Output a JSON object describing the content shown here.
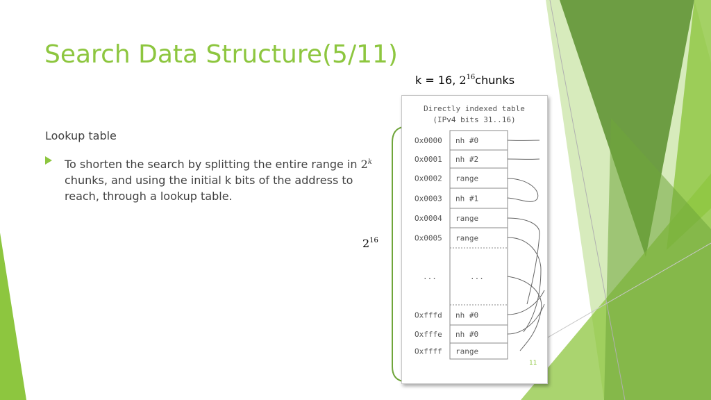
{
  "slide": {
    "title": "Search Data Structure(5/11)",
    "k_label_prefix": "k = 16, ",
    "k_base": "2",
    "k_exp": "16",
    "k_label_suffix": "chunks",
    "heading": "Lookup table",
    "bullet_part1": "To shorten the search by splitting the entire range in ",
    "bullet_base": "2",
    "bullet_exp": "k",
    "bullet_part2": " chunks, and using the initial k bits of the address to reach, through a lookup table.",
    "side_base": "2",
    "side_exp": "16",
    "page_number": "11"
  },
  "table": {
    "title_line1": "Directly indexed table",
    "title_line2": "(IPv4 bits 31..16)",
    "rows": [
      {
        "index": "Ox0000",
        "value": "nh #0"
      },
      {
        "index": "Ox0001",
        "value": "nh #2"
      },
      {
        "index": "Ox0002",
        "value": "range"
      },
      {
        "index": "Ox0003",
        "value": "nh #1"
      },
      {
        "index": "Ox0004",
        "value": "range"
      },
      {
        "index": "Ox0005",
        "value": "range"
      },
      {
        "index": "...",
        "value": "..."
      },
      {
        "index": "Oxfffd",
        "value": "nh #0"
      },
      {
        "index": "Oxfffe",
        "value": "nh #0"
      },
      {
        "index": "Oxffff",
        "value": "range"
      }
    ]
  },
  "colors": {
    "accent_green": "#8dc63f",
    "dark_green": "#5b8f2e",
    "text_gray": "#404040"
  }
}
